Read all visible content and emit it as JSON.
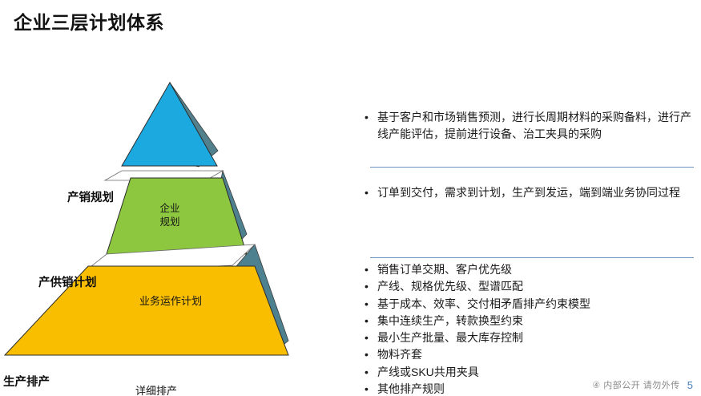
{
  "slide": {
    "title": "企业三层计划体系"
  },
  "pyramid": {
    "tiers": [
      {
        "caption": "产销规划",
        "inner_label_line1": "企业",
        "inner_label_line2": "规划",
        "face_color": "#1CA9E0",
        "side_color": "#52808D"
      },
      {
        "caption": "产供销计划",
        "inner_label": "业务运作计划",
        "face_color": "#8DC63F",
        "side_color": "#4E8190"
      },
      {
        "caption": "生产排产",
        "inner_label": "详细排产",
        "face_color": "#F9BE00",
        "side_color": "#4E8190"
      }
    ]
  },
  "right_column": {
    "bullet_char": "•",
    "divider_color": "#6F93BF",
    "blocks": [
      {
        "items": [
          "基于客户和市场销售预测，进行长周期材料的采购备料，进行产线产能评估，提前进行设备、治工夹具的采购"
        ]
      },
      {
        "items": [
          "订单到交付，需求到计划，生产到发运，端到端业务协同过程"
        ]
      },
      {
        "items": [
          "销售订单交期、客户优先级",
          "产线、规格优先级、型谱匹配",
          "基于成本、效率、交付相矛盾排产约束模型",
          "集中连续生产，转款换型约束",
          "最小生产批量、最大库存控制",
          "物料齐套",
          "产线或SKU共用夹具",
          "其他排产规则"
        ]
      }
    ]
  },
  "footer": {
    "mark": "④ 内部公开 请勿外传",
    "page_number": "5"
  }
}
